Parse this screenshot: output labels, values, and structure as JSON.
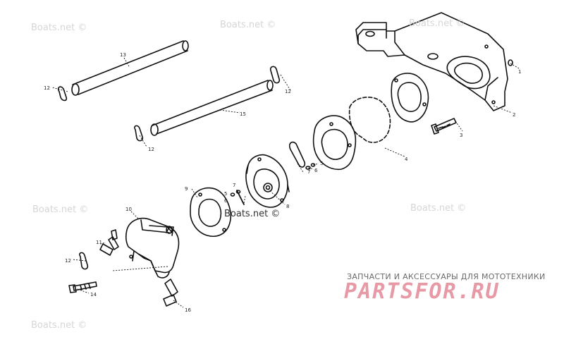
{
  "watermark": "Boats.net ©",
  "watermark_center": "Boats.net ©",
  "tagline": "ЗАПЧАСТИ И АКСЕССУАРЫ ДЛЯ МОТОТЕХНИКИ",
  "brand": "PARTSFOR.RU",
  "brand_color": "#e79aa6",
  "callouts": [
    "1",
    "2",
    "3",
    "4",
    "5",
    "6",
    "7",
    "8",
    "9",
    "10",
    "11",
    "12",
    "12",
    "12",
    "12",
    "13",
    "14",
    "15",
    "16",
    "5",
    "7",
    "6"
  ]
}
